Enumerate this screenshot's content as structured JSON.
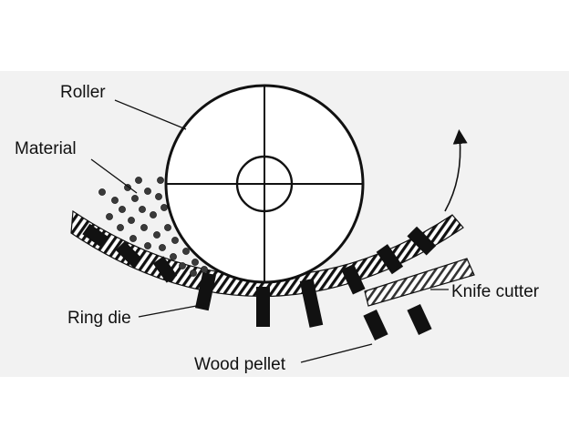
{
  "labels": {
    "roller": "Roller",
    "material": "Material",
    "ring_die": "Ring die",
    "wood_pellet": "Wood pellet",
    "knife_cutter": "Knife cutter"
  },
  "colors": {
    "ink": "#111111",
    "band_background": "#f2f2f2"
  }
}
